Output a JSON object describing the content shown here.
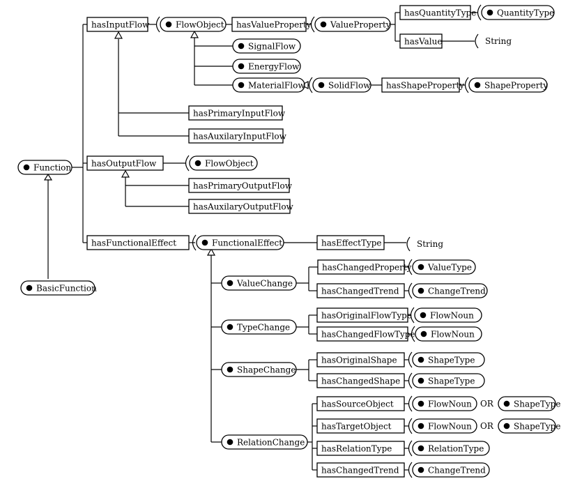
{
  "classes": {
    "function": "Function",
    "basic_function": "BasicFunction",
    "flow_object_in": "FlowObject",
    "value_property": "ValueProperty",
    "quantity_type": "QuantityType",
    "string_value": "String",
    "signal_flow": "SignalFlow",
    "energy_flow": "EnergyFlow",
    "material_flow": "MaterialFlow",
    "solid_flow": "SolidFlow",
    "shape_property": "ShapeProperty",
    "flow_object_out": "FlowObject",
    "functional_effect": "FunctionalEffect",
    "string_effect": "String",
    "value_change": "ValueChange",
    "value_type": "ValueType",
    "change_trend_1": "ChangeTrend",
    "type_change": "TypeChange",
    "flow_noun_1": "FlowNoun",
    "flow_noun_2": "FlowNoun",
    "shape_change": "ShapeChange",
    "shape_type_1": "ShapeType",
    "shape_type_2": "ShapeType",
    "relation_change": "RelationChange",
    "flow_noun_3": "FlowNoun",
    "shape_type_3": "ShapeType",
    "flow_noun_4": "FlowNoun",
    "shape_type_4": "ShapeType",
    "relation_type": "RelationType",
    "change_trend_2": "ChangeTrend"
  },
  "properties": {
    "has_input_flow": "hasInputFlow",
    "has_value_property": "hasValueProperty",
    "has_quantity_type": "hasQuantityType",
    "has_value": "hasValue",
    "has_shape_property": "hasShapeProperty",
    "has_primary_input_flow": "hasPrimaryInputFlow",
    "has_auxilary_input_flow": "hasAuxilaryInputFlow",
    "has_output_flow": "hasOutputFlow",
    "has_primary_output_flow": "hasPrimaryOutputFlow",
    "has_auxilary_output_flow": "hasAuxilaryOutputFlow",
    "has_functional_effect": "hasFunctionalEffect",
    "has_effect_type": "hasEffectType",
    "has_changed_property": "hasChangedProperty",
    "has_changed_trend_1": "hasChangedTrend",
    "has_original_flow_type": "hasOriginalFlowType",
    "has_changed_flow_type": "hasChangedFlowType",
    "has_original_shape": "hasOriginalShape",
    "has_changed_shape": "hasChangedShape",
    "has_source_object": "hasSourceObject",
    "has_target_object": "hasTargetObject",
    "has_relation_type": "hasRelationType",
    "has_changed_trend_2": "hasChangedTrend"
  },
  "connectors": {
    "or_1": "OR",
    "or_2": "OR"
  }
}
